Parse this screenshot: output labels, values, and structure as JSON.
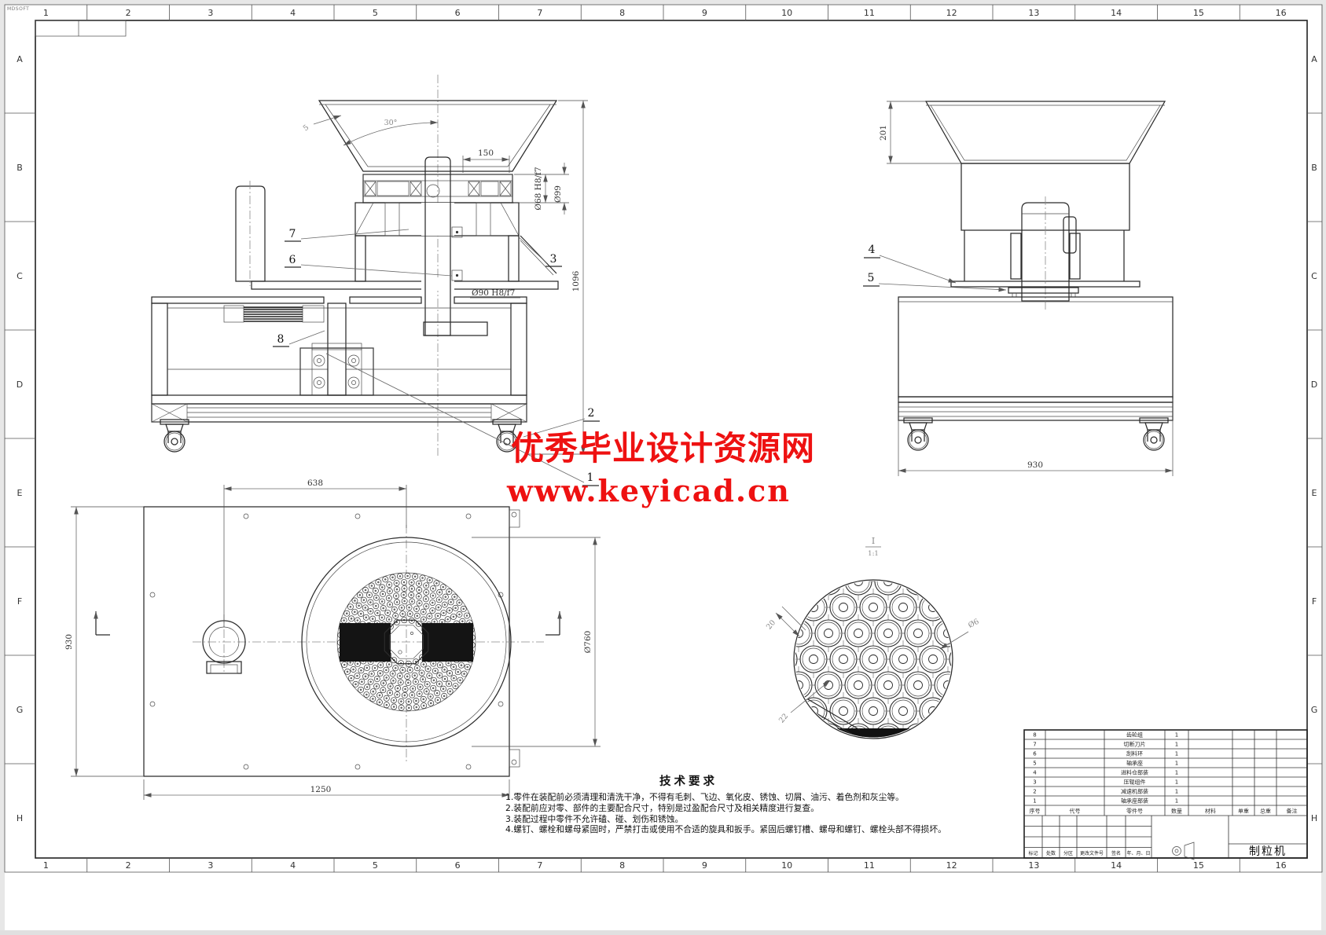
{
  "sheet": {
    "stamp": "MDSOFT",
    "grid_columns": [
      "1",
      "2",
      "3",
      "4",
      "5",
      "6",
      "7",
      "8",
      "9",
      "10",
      "11",
      "12",
      "13",
      "14",
      "15",
      "16"
    ],
    "grid_rows": [
      "A",
      "B",
      "C",
      "D",
      "E",
      "F",
      "G",
      "H"
    ],
    "line_color": "#2b2b2b"
  },
  "watermark": {
    "line1": "优秀毕业设计资源网",
    "line2": "www.keyicad.cn",
    "color": "#ee1111"
  },
  "views": {
    "front": {
      "dim_150": "150",
      "dim_angle": "30°",
      "dim_5": "5",
      "dim_d68": "Ø68 H8/f7",
      "dim_d99": "Ø99",
      "dim_d90": "Ø90 H8/f7",
      "dim_1096": "1096",
      "callout_1": "1",
      "callout_2": "2",
      "callout_3": "3",
      "callout_6": "6",
      "callout_7": "7",
      "callout_8": "8"
    },
    "side": {
      "dim_201": "201",
      "dim_930": "930",
      "callout_4": "4",
      "callout_5": "5"
    },
    "top": {
      "dim_638": "638",
      "dim_930": "930",
      "dim_d760": "Ø760",
      "dim_1250": "1250"
    },
    "detail": {
      "label": "I",
      "scale": "1:1",
      "dim_20": "20",
      "dim_22": "22",
      "dim_d6": "Ø6"
    }
  },
  "tech_req": {
    "title": "技术要求",
    "lines": [
      "1.零件在装配前必须清理和清洗干净，不得有毛刺、飞边、氧化皮、锈蚀、切屑、油污、着色剂和灰尘等。",
      "2.装配前应对零、部件的主要配合尺寸，特别是过盈配合尺寸及相关精度进行复查。",
      "3.装配过程中零件不允许磕、碰、划伤和锈蚀。",
      "4.螺钉、螺栓和螺母紧固时，严禁打击或使用不合适的旋具和扳手。紧固后螺钉槽、螺母和螺钉、螺栓头部不得损坏。"
    ]
  },
  "title_block": {
    "bom_headers": [
      "序号",
      "代号",
      "零件号",
      "数量",
      "材料",
      "单重",
      "总重",
      "备注"
    ],
    "bom_rows": [
      {
        "no": "8",
        "code": "",
        "name": "齿轮组",
        "qty": "1",
        "material": ""
      },
      {
        "no": "7",
        "code": "",
        "name": "切断刀片",
        "qty": "1",
        "material": ""
      },
      {
        "no": "6",
        "code": "",
        "name": "刮料环",
        "qty": "1",
        "material": ""
      },
      {
        "no": "5",
        "code": "",
        "name": "轴承座",
        "qty": "1",
        "material": ""
      },
      {
        "no": "4",
        "code": "",
        "name": "进料仓部装",
        "qty": "1",
        "material": ""
      },
      {
        "no": "3",
        "code": "",
        "name": "压辊组件",
        "qty": "1",
        "material": ""
      },
      {
        "no": "2",
        "code": "",
        "name": "减速机部装",
        "qty": "1",
        "material": ""
      },
      {
        "no": "1",
        "code": "",
        "name": "轴承座部装",
        "qty": "1",
        "material": ""
      }
    ],
    "revision_labels": [
      "标记",
      "处数",
      "分区",
      "更改文件号",
      "签名",
      "年、月、日"
    ],
    "drawing_title": "制粒机"
  }
}
